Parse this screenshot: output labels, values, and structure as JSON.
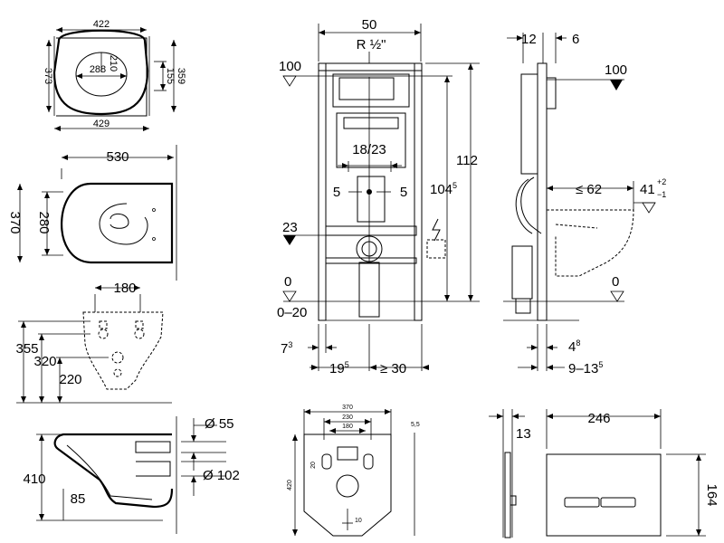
{
  "seat_view": {
    "width_top": "422",
    "depth_left": "373",
    "inner_depth": "210",
    "inner_width": "288",
    "depth_right": "359",
    "inner_right": "155",
    "width_bottom": "429"
  },
  "top_view": {
    "length": "530",
    "width": "370",
    "bowl_width": "280"
  },
  "back_view": {
    "bolt_spacing": "180",
    "height_355": "355",
    "height_320": "320",
    "height_220": "220"
  },
  "side_view": {
    "pipe_55": "Ø 55",
    "pipe_102": "Ø 102",
    "height": "410",
    "offset": "85"
  },
  "frame_front": {
    "width": "50",
    "thread": "R ½\"",
    "level_100": "100",
    "spacing": "18/23",
    "left_5": "5",
    "right_5": "5",
    "level_23": "23",
    "level_0": "0",
    "floor_range": "0–20",
    "height_112": "112",
    "height_104_main": "104",
    "height_104_sup": "5",
    "foot_7": "7",
    "foot_7_sup": "3",
    "dim_19": "19",
    "dim_19_sup": "5",
    "dim_30": "≥ 30"
  },
  "frame_side": {
    "dim_12": "12",
    "dim_6": "6",
    "level_100": "100",
    "le_62": "≤ 62",
    "h41": "41",
    "h41_plus": "+2",
    "h41_minus": "−1",
    "level_0": "0",
    "dim_4": "4",
    "dim_4_sup": "8",
    "dim_9_13": "9–13",
    "dim_9_13_sup": "5"
  },
  "mat_view": {
    "width": "370",
    "w230": "230",
    "w180": "180",
    "height": "420",
    "d20": "20",
    "thickness": "5,5",
    "d10": "10"
  },
  "plate_view": {
    "thickness": "13",
    "width": "246",
    "height": "164"
  }
}
